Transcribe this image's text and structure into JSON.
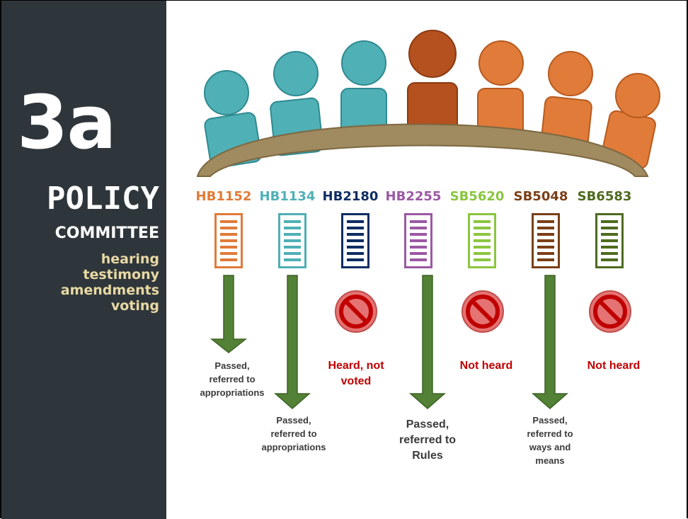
{
  "sidebar": {
    "number": "3a",
    "title": "POLICY",
    "subtitle": "COMMITTEE",
    "stages": [
      "hearing",
      "testimony",
      "amendments",
      "voting"
    ]
  },
  "colors": {
    "sidebar_bg": "#2f363b",
    "stage_text": "#e8d9a4",
    "arrow_green": "#538135",
    "not_voted_red": "#c00000",
    "member_teal": "#4fb0b6",
    "member_orange": "#e07b39",
    "chair_brown": "#b4511f",
    "table_tan": "#a08a60"
  },
  "bills": [
    {
      "id": "HB1152",
      "color": "#e07b39",
      "outcome": "Passed, referred to appropriations",
      "status": "passed"
    },
    {
      "id": "HB1134",
      "color": "#4fb0b6",
      "outcome": "Passed, referred to appropriations",
      "status": "passed"
    },
    {
      "id": "HB2180",
      "color": "#0e2d62",
      "outcome": "Heard, not voted",
      "status": "blocked"
    },
    {
      "id": "HB2255",
      "color": "#9b59a3",
      "outcome": "Passed, referred to Rules",
      "status": "passed"
    },
    {
      "id": "SB5620",
      "color": "#8bc53f",
      "outcome": "Not heard",
      "status": "blocked"
    },
    {
      "id": "SB5048",
      "color": "#7b3f17",
      "outcome": "Passed, referred to ways and means",
      "status": "passed"
    },
    {
      "id": "SB6583",
      "color": "#4e6b1f",
      "outcome": "Not heard",
      "status": "blocked"
    }
  ],
  "outcome_lines": {
    "hb1152": [
      "Passed,",
      "referred to",
      "appropriations"
    ],
    "hb1134": [
      "Passed,",
      "referred to",
      "appropriations"
    ],
    "hb2180": [
      "Heard, not",
      "voted"
    ],
    "hb2255": [
      "Passed,",
      "referred to",
      "Rules"
    ],
    "sb5620": [
      "Not heard"
    ],
    "sb5048": [
      "Passed,",
      "referred to",
      "ways and",
      "means"
    ],
    "sb6583": [
      "Not heard"
    ]
  }
}
